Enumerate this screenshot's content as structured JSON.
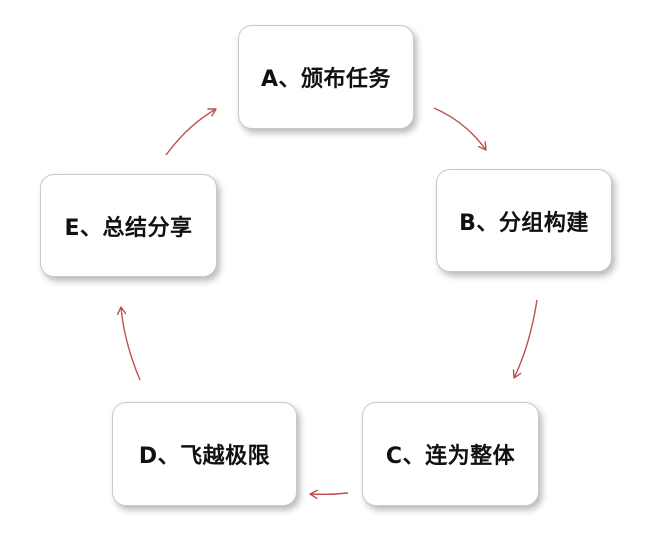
{
  "diagram": {
    "type": "cycle",
    "connector_color": "#c0504d",
    "nodes": [
      {
        "id": "A",
        "label": "A、颁布任务"
      },
      {
        "id": "B",
        "label": "B、分组构建"
      },
      {
        "id": "C",
        "label": "C、连为整体"
      },
      {
        "id": "D",
        "label": "D、飞越极限"
      },
      {
        "id": "E",
        "label": "E、总结分享"
      }
    ],
    "edges": [
      {
        "from": "A",
        "to": "B"
      },
      {
        "from": "B",
        "to": "C"
      },
      {
        "from": "C",
        "to": "D"
      },
      {
        "from": "D",
        "to": "E"
      },
      {
        "from": "E",
        "to": "A"
      }
    ]
  }
}
